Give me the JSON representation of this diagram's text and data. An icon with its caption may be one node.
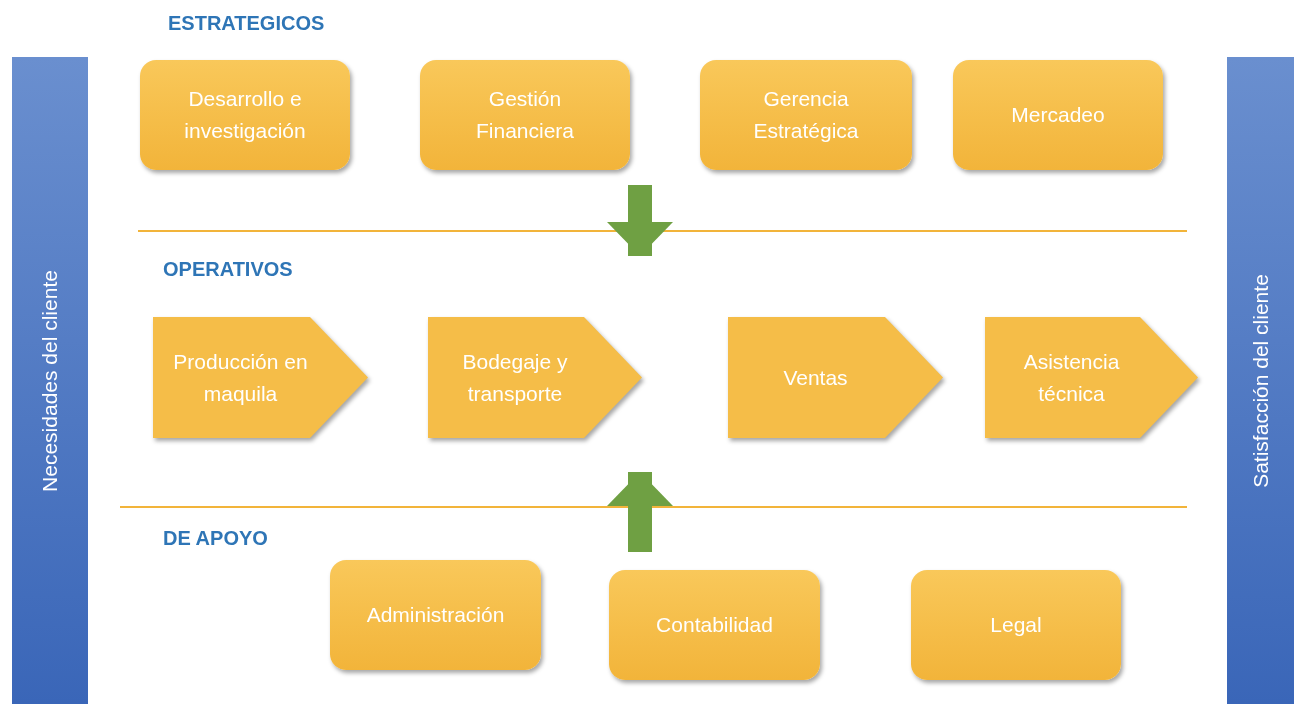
{
  "diagram": {
    "nodes": [
      {
        "text": [
          "Necesidades del cliente"
        ]
      },
      {
        "text": [
          "ESTRATEGICOS"
        ]
      },
      {
        "text": [
          "Desarrollo e investigación"
        ],
        "in": 1
      },
      {
        "text": [
          "Gestión Financiera"
        ],
        "in": 1
      },
      {
        "text": [
          "Gerencia Estratégica"
        ],
        "in": 1
      },
      {
        "text": [
          "Mercadeo"
        ],
        "in": 1
      },
      {
        "text": [
          "OPERATIVOS"
        ]
      },
      {
        "text": [
          "Producción en maquila"
        ],
        "in": 6
      },
      {
        "text": [
          "Bodegaje  y transporte"
        ],
        "in": 6
      },
      {
        "text": [
          "Ventas"
        ],
        "in": 6
      },
      {
        "text": [
          "Asistencia técnica"
        ],
        "in": 6
      },
      {
        "text": [
          "DE APOYO"
        ]
      },
      {
        "text": [
          "Administración"
        ],
        "in": 11
      },
      {
        "text": [
          "Contabilidad"
        ],
        "in": 11
      },
      {
        "text": [
          "Legal"
        ],
        "in": 11
      },
      {
        "text": [
          "Satisfacción del cliente"
        ]
      }
    ],
    "edges": [
      {
        "from": 1,
        "to": 6,
        "arrow": "to"
      },
      {
        "from": 11,
        "to": 6,
        "arrow": "to"
      }
    ]
  }
}
